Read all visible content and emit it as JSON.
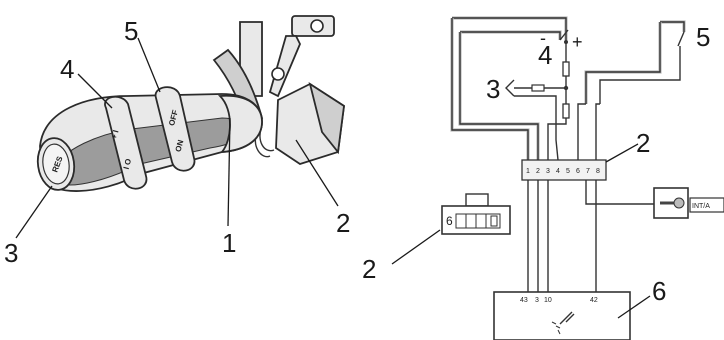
{
  "callouts": {
    "left": {
      "switch": "1",
      "connector": "2",
      "resume": "3",
      "plus": "4",
      "off_on": "5"
    },
    "right": {
      "connector_top": "2",
      "connector_bottom": "2",
      "resume": "3",
      "plus": "4",
      "off": "5",
      "unit": "6"
    }
  },
  "lever_labels": {
    "res": "RES",
    "plus": "+",
    "minus": "I O",
    "plus_side": "+ I",
    "off": "OFF",
    "on": "ON"
  },
  "schematic": {
    "minus_sign": "-",
    "plus_sign": "+",
    "wire_numbers": [
      "43",
      "3",
      "10",
      "42"
    ],
    "connector_pin": "6",
    "connector_strip_pins": [
      "1",
      "2",
      "3",
      "4",
      "5",
      "6",
      "7",
      "8"
    ],
    "ignition_label": "INT/A"
  }
}
